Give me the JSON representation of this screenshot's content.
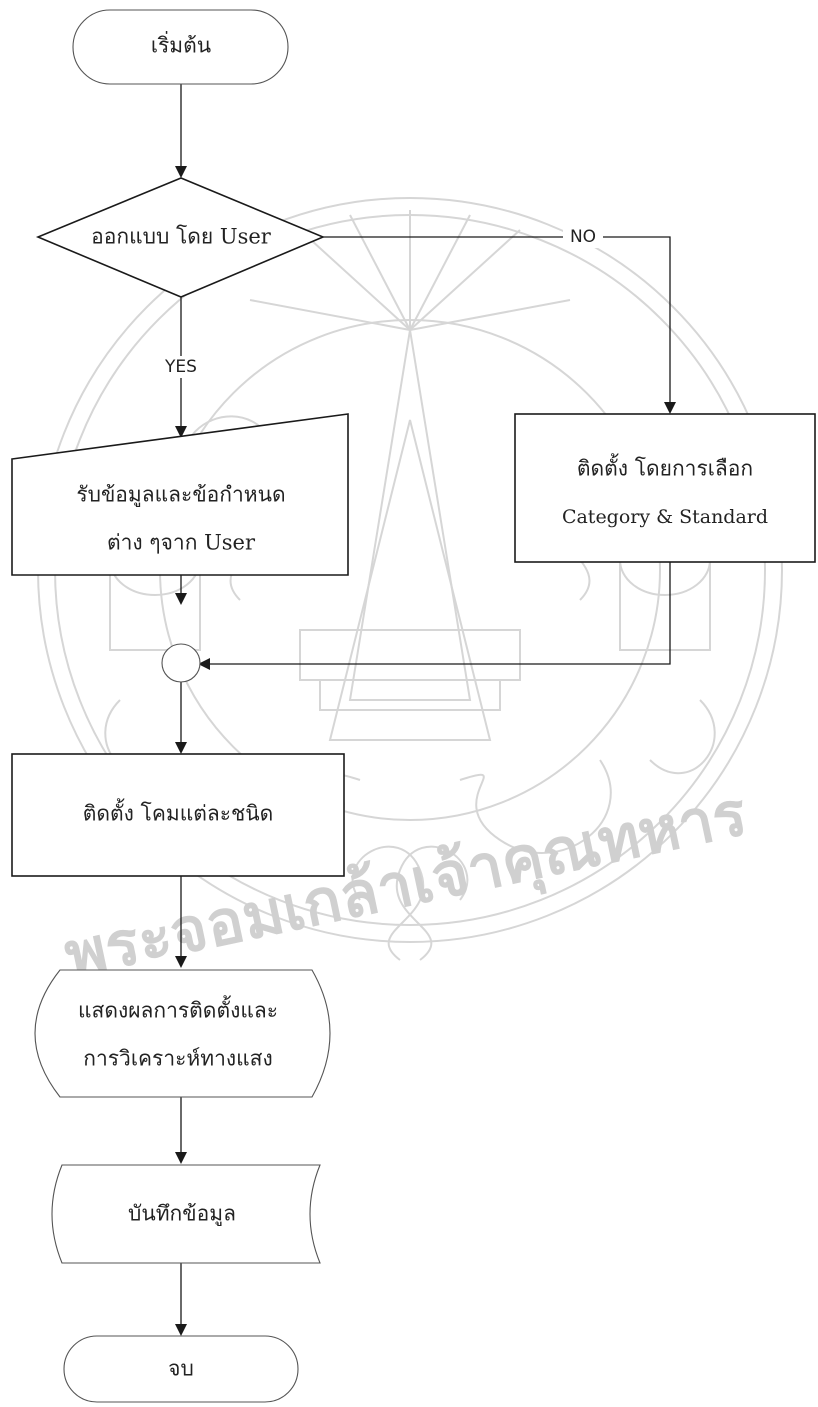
{
  "nodes": {
    "start": {
      "label": "เริ่มต้น"
    },
    "decision": {
      "label": "ออกแบบ โดย User"
    },
    "input": {
      "line1": "รับข้อมูลและข้อกำหนด",
      "line2": "ต่าง ๆจาก User"
    },
    "auto_install": {
      "line1": "ติดตั้ง โดยการเลือก",
      "line2": "Category & Standard"
    },
    "install_lamps": {
      "label": "ติดตั้ง โคมแต่ละชนิด"
    },
    "display": {
      "line1": "แสดงผลการติดตั้งและ",
      "line2": "การวิเคราะห์ทางแสง"
    },
    "save": {
      "label": "บันทึกข้อมูล"
    },
    "end": {
      "label": "จบ"
    }
  },
  "edges": {
    "yes_label": "YES",
    "no_label": "NO"
  },
  "watermark": {
    "text": "พระจอมเกล้าเจ้าคุณทหาร"
  }
}
